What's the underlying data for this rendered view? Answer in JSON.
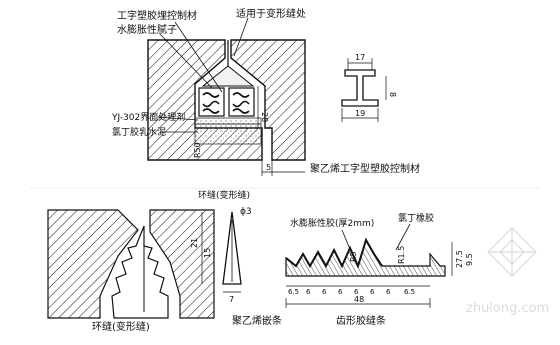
{
  "top_section": {
    "label_water_stop": "工字塑胶埋控制材",
    "label_sealant": "水膨胀性腻子",
    "label_applies_to": "适用于变形缝处",
    "label_interface_agent": "YJ-302界面处理剂",
    "label_neoprene_mortar": "氯丁胶乳水泥",
    "dim_20": "20",
    "dim_r50": "R50",
    "dim_5": "5"
  },
  "profile_section": {
    "caption": "聚乙烯工字型塑胶控制材",
    "dim_top_width": "17",
    "dim_height": "8",
    "dim_bottom_width": "19"
  },
  "joint_section": {
    "title": "环缝(变形缝)",
    "caption": "环缝(变形缝)"
  },
  "strip_section": {
    "caption": "聚乙烯嵌条",
    "dim_diameter": "ϕ3",
    "dim_21": "21",
    "dim_15": "15",
    "dim_7": "7"
  },
  "wave_section": {
    "label_sealant": "水膨胀性胶(厚2mm)",
    "label_neoprene": "氯丁橡胶",
    "caption": "齿形胶缝条",
    "dim_r5": "R5",
    "dim_r15": "R1.5",
    "dim_275": "27.5",
    "dim_95": "9.5",
    "dim_total": "48",
    "pitch_dims": [
      "6.5",
      "6",
      "6",
      "6",
      "6",
      "6",
      "6",
      "6.5"
    ]
  },
  "watermark": {
    "text": "zhulong.com"
  }
}
